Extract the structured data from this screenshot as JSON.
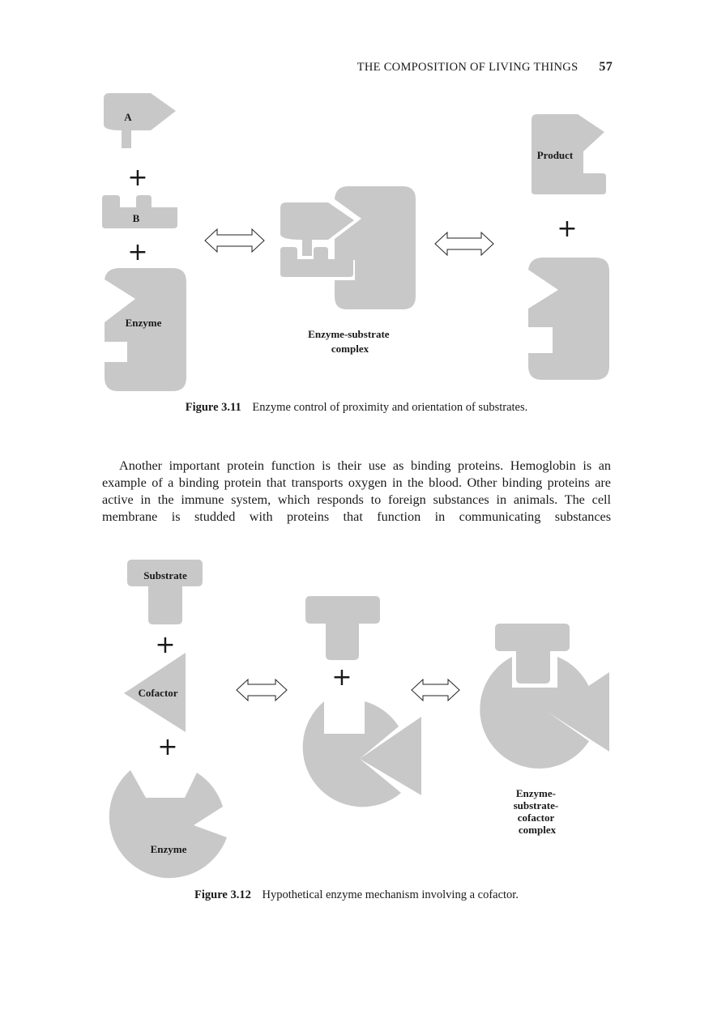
{
  "header": {
    "title": "THE COMPOSITION OF LIVING THINGS",
    "page_number": "57"
  },
  "figure_3_11": {
    "labels": {
      "substrate_a": "A",
      "substrate_b": "B",
      "enzyme": "Enzyme",
      "complex_line1": "Enzyme-substrate",
      "complex_line2": "complex",
      "product": "Product",
      "plus": "+"
    },
    "caption_label": "Figure 3.11",
    "caption_text": "Enzyme control of proximity and orientation of substrates."
  },
  "paragraph": "Another important protein function is their use as binding proteins. Hemoglobin is an example of a binding protein that transports oxygen in the blood. Other binding proteins are active in the immune system, which responds to foreign substances in animals. The cell membrane is studded with proteins that function in communicating substances",
  "figure_3_12": {
    "labels": {
      "substrate": "Substrate",
      "cofactor": "Cofactor",
      "enzyme": "Enzyme",
      "complex_line1": "Enzyme-",
      "complex_line2": "substrate-",
      "complex_line3": "cofactor",
      "complex_line4": "complex",
      "plus": "+"
    },
    "caption_label": "Figure 3.12",
    "caption_text": "Hypothetical enzyme mechanism involving a cofactor."
  },
  "colors": {
    "shape_fill": "#c8c8c8",
    "text": "#1a1a1a"
  }
}
